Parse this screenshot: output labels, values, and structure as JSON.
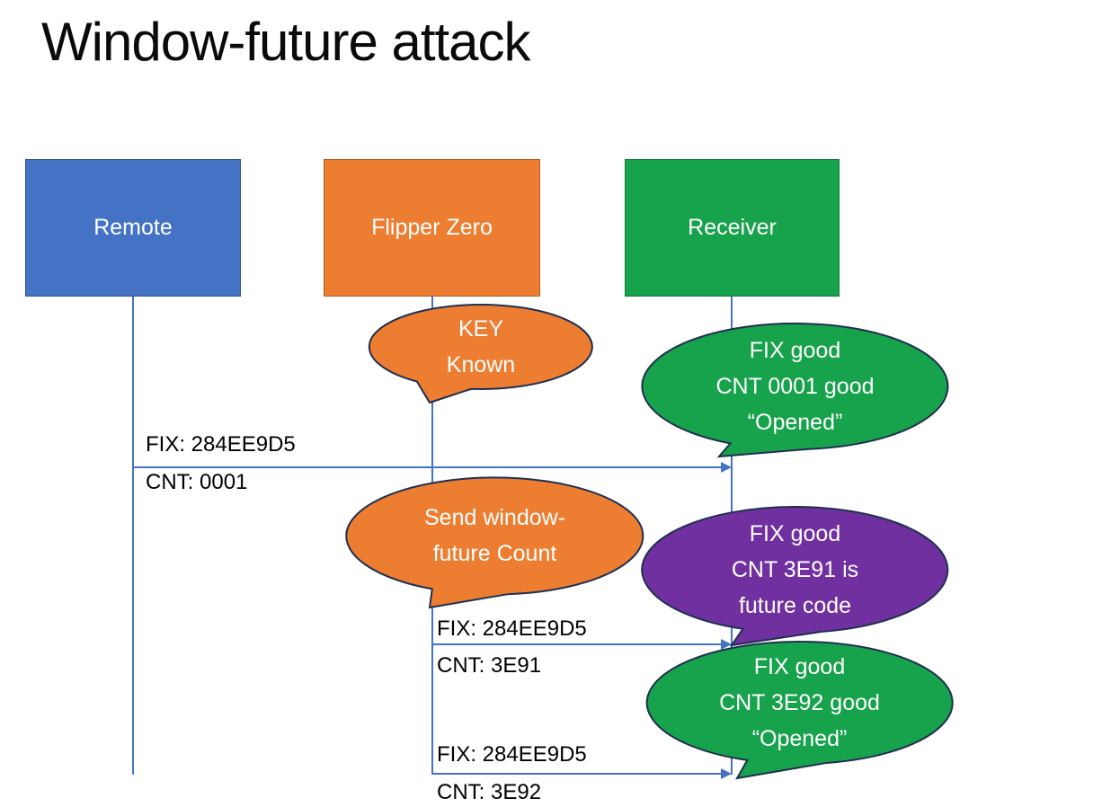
{
  "title": "Window-future attack",
  "actors": [
    {
      "id": "remote",
      "label": "Remote",
      "color": "#4472C4"
    },
    {
      "id": "flipper-zero",
      "label": "Flipper Zero",
      "color": "#ED7D31"
    },
    {
      "id": "receiver",
      "label": "Receiver",
      "color": "#17A24C"
    }
  ],
  "callouts": [
    {
      "id": "key-known",
      "color": "#ED7D31",
      "lines": [
        "KEY",
        "Known"
      ]
    },
    {
      "id": "fix-cnt-0001-good",
      "color": "#17A24C",
      "lines": [
        "FIX good",
        "CNT 0001 good",
        "“Opened”"
      ]
    },
    {
      "id": "send-window-future",
      "color": "#ED7D31",
      "lines": [
        "Send window-",
        "future Count"
      ]
    },
    {
      "id": "fix-cnt-3e91-future",
      "color": "#7030A0",
      "lines": [
        "FIX good",
        "CNT 3E91 is",
        "future code"
      ]
    },
    {
      "id": "fix-cnt-3e92-good",
      "color": "#17A24C",
      "lines": [
        "FIX good",
        "CNT 3E92 good",
        "“Opened”"
      ]
    }
  ],
  "messages": [
    {
      "from": "remote",
      "to": "receiver",
      "lines": [
        "FIX: 284EE9D5",
        "CNT: 0001"
      ]
    },
    {
      "from": "flipper-zero",
      "to": "receiver",
      "lines": [
        "FIX: 284EE9D5",
        "CNT: 3E91"
      ]
    },
    {
      "from": "flipper-zero",
      "to": "receiver",
      "lines": [
        "FIX: 284EE9D5",
        "CNT: 3E92"
      ]
    }
  ],
  "colors": {
    "line": "#4472C4",
    "outline": "#1F3050",
    "blue": "#4472C4",
    "orange": "#ED7D31",
    "green": "#17A24C",
    "purple": "#7030A0"
  }
}
